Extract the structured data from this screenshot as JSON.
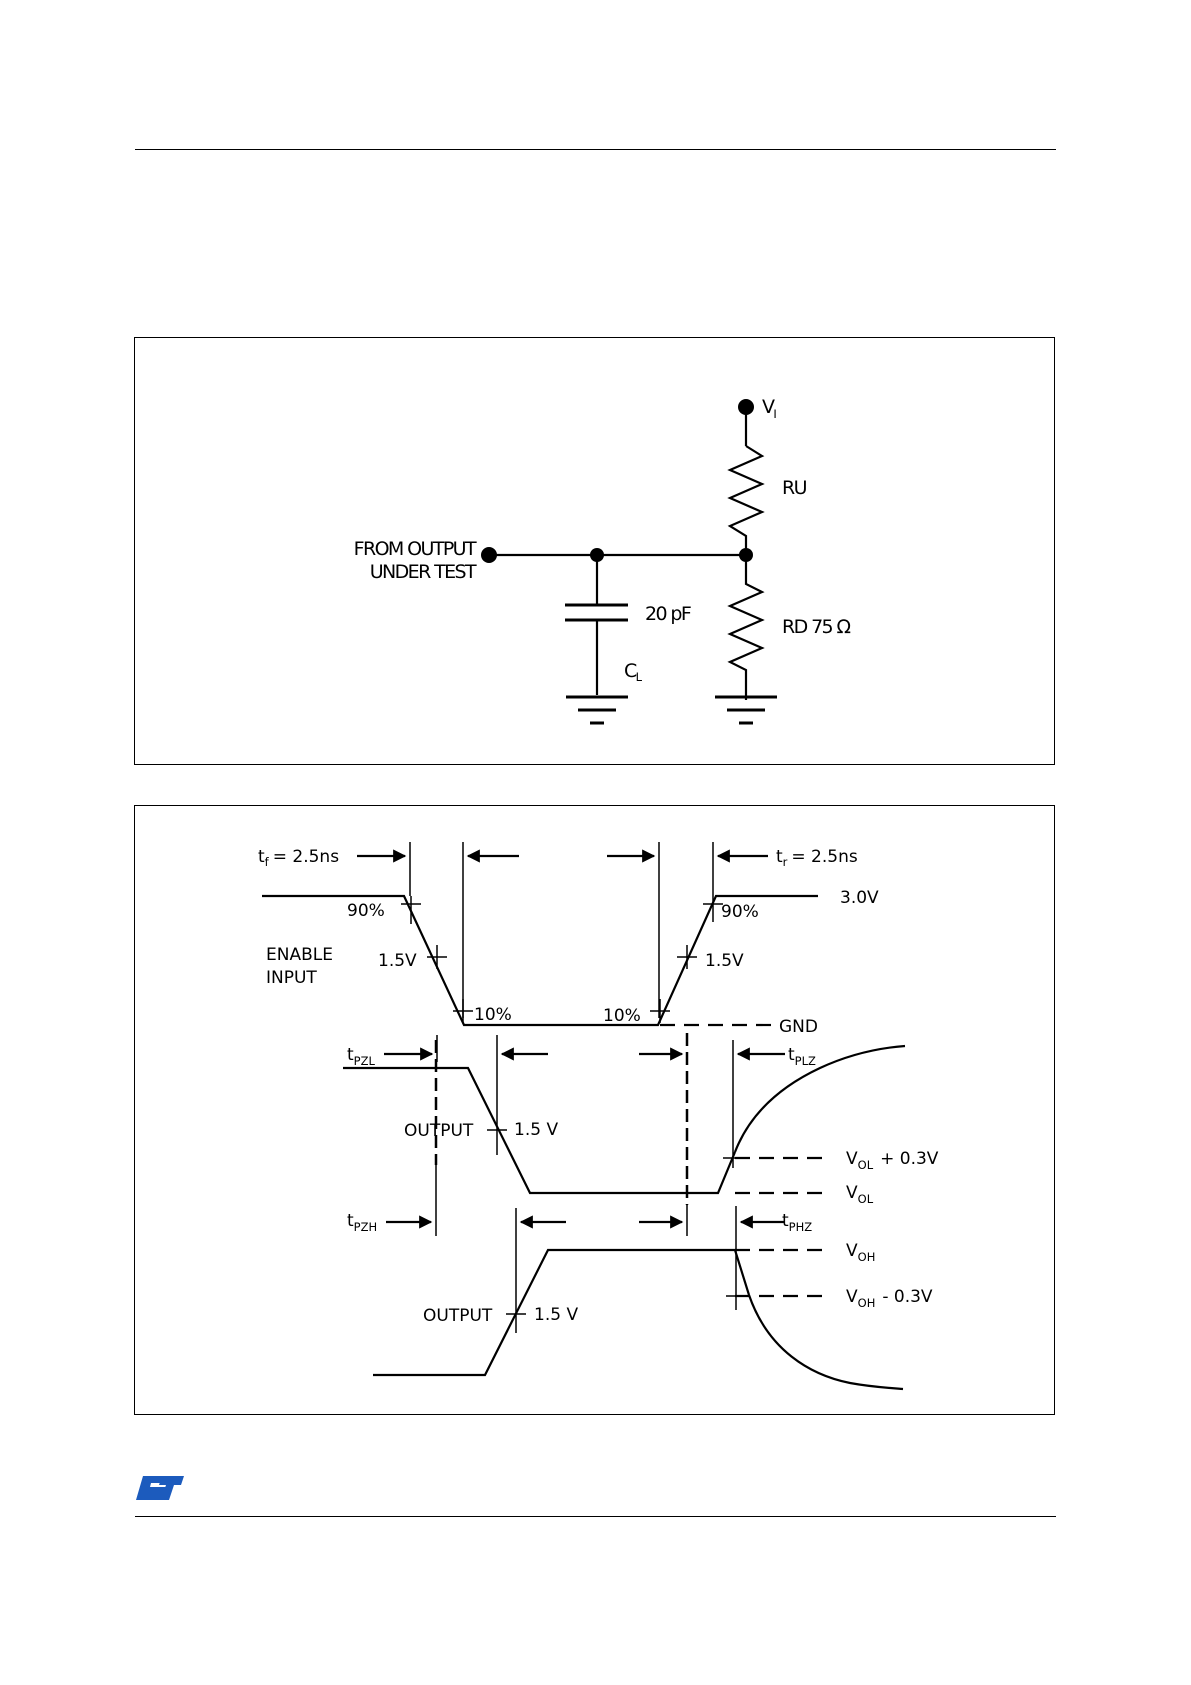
{
  "logo": {
    "text": "ST",
    "color": "#1c5bbd"
  },
  "circuit": {
    "input_label_line1": "FROM OUTPUT",
    "input_label_line2": "UNDER TEST",
    "supply_label": "V",
    "supply_sub": "I",
    "ru_label": "RU",
    "rd_label": "RD 75 Ω",
    "cap_value": "20 pF",
    "cap_name": "C",
    "cap_sub": "L"
  },
  "timing": {
    "tf_t": "t",
    "tf_sub": "f",
    "tf_val": "= 2.5ns",
    "tr_t": "t",
    "tr_sub": "r",
    "tr_val": "= 2.5ns",
    "v30": "3.0V",
    "pct90_left": "90%",
    "pct90_right": "90%",
    "pct10_left": "10%",
    "pct10_right": "10%",
    "enable_line1": "ENABLE",
    "enable_line2": "INPUT",
    "v15_left": "1.5V",
    "v15_right": "1.5V",
    "gnd": "GND",
    "tpzl_t": "t",
    "tpzl_sub": "PZL",
    "tplz_t": "t",
    "tplz_sub": "PLZ",
    "output1": "OUTPUT",
    "output1_v": "1.5 V",
    "vol03_v": "V",
    "vol03_sub": "OL",
    "vol03_rest": "+ 0.3V",
    "vol_v": "V",
    "vol_sub": "OL",
    "tpzh_t": "t",
    "tpzh_sub": "PZH",
    "tphz_t": "t",
    "tphz_sub": "PHZ",
    "voh_v": "V",
    "voh_sub": "OH",
    "voh03_v": "V",
    "voh03_sub": "OH",
    "voh03_rest": "- 0.3V",
    "output2": "OUTPUT",
    "output2_v": "1.5 V"
  }
}
